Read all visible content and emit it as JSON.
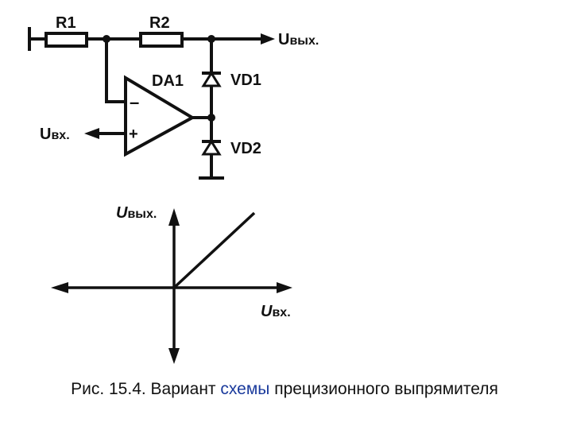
{
  "circuit": {
    "r1": "R1",
    "r2": "R2",
    "opamp": "DA1",
    "minus": "–",
    "plus": "+",
    "vd1": "VD1",
    "vd2": "VD2",
    "uout_u": "U",
    "uout_sub": "вых.",
    "uin_u": "U",
    "uin_sub": "вх."
  },
  "graph": {
    "y_u": "U",
    "y_sub": "вых.",
    "x_u": "U",
    "x_sub": "вх."
  },
  "caption": {
    "prefix": "Рис. 15.4. Вариант ",
    "highlight": "схемы",
    "suffix": " прецизионного выпрямителя"
  },
  "colors": {
    "ink": "#111111",
    "caption_highlight": "#1a3a9c"
  }
}
